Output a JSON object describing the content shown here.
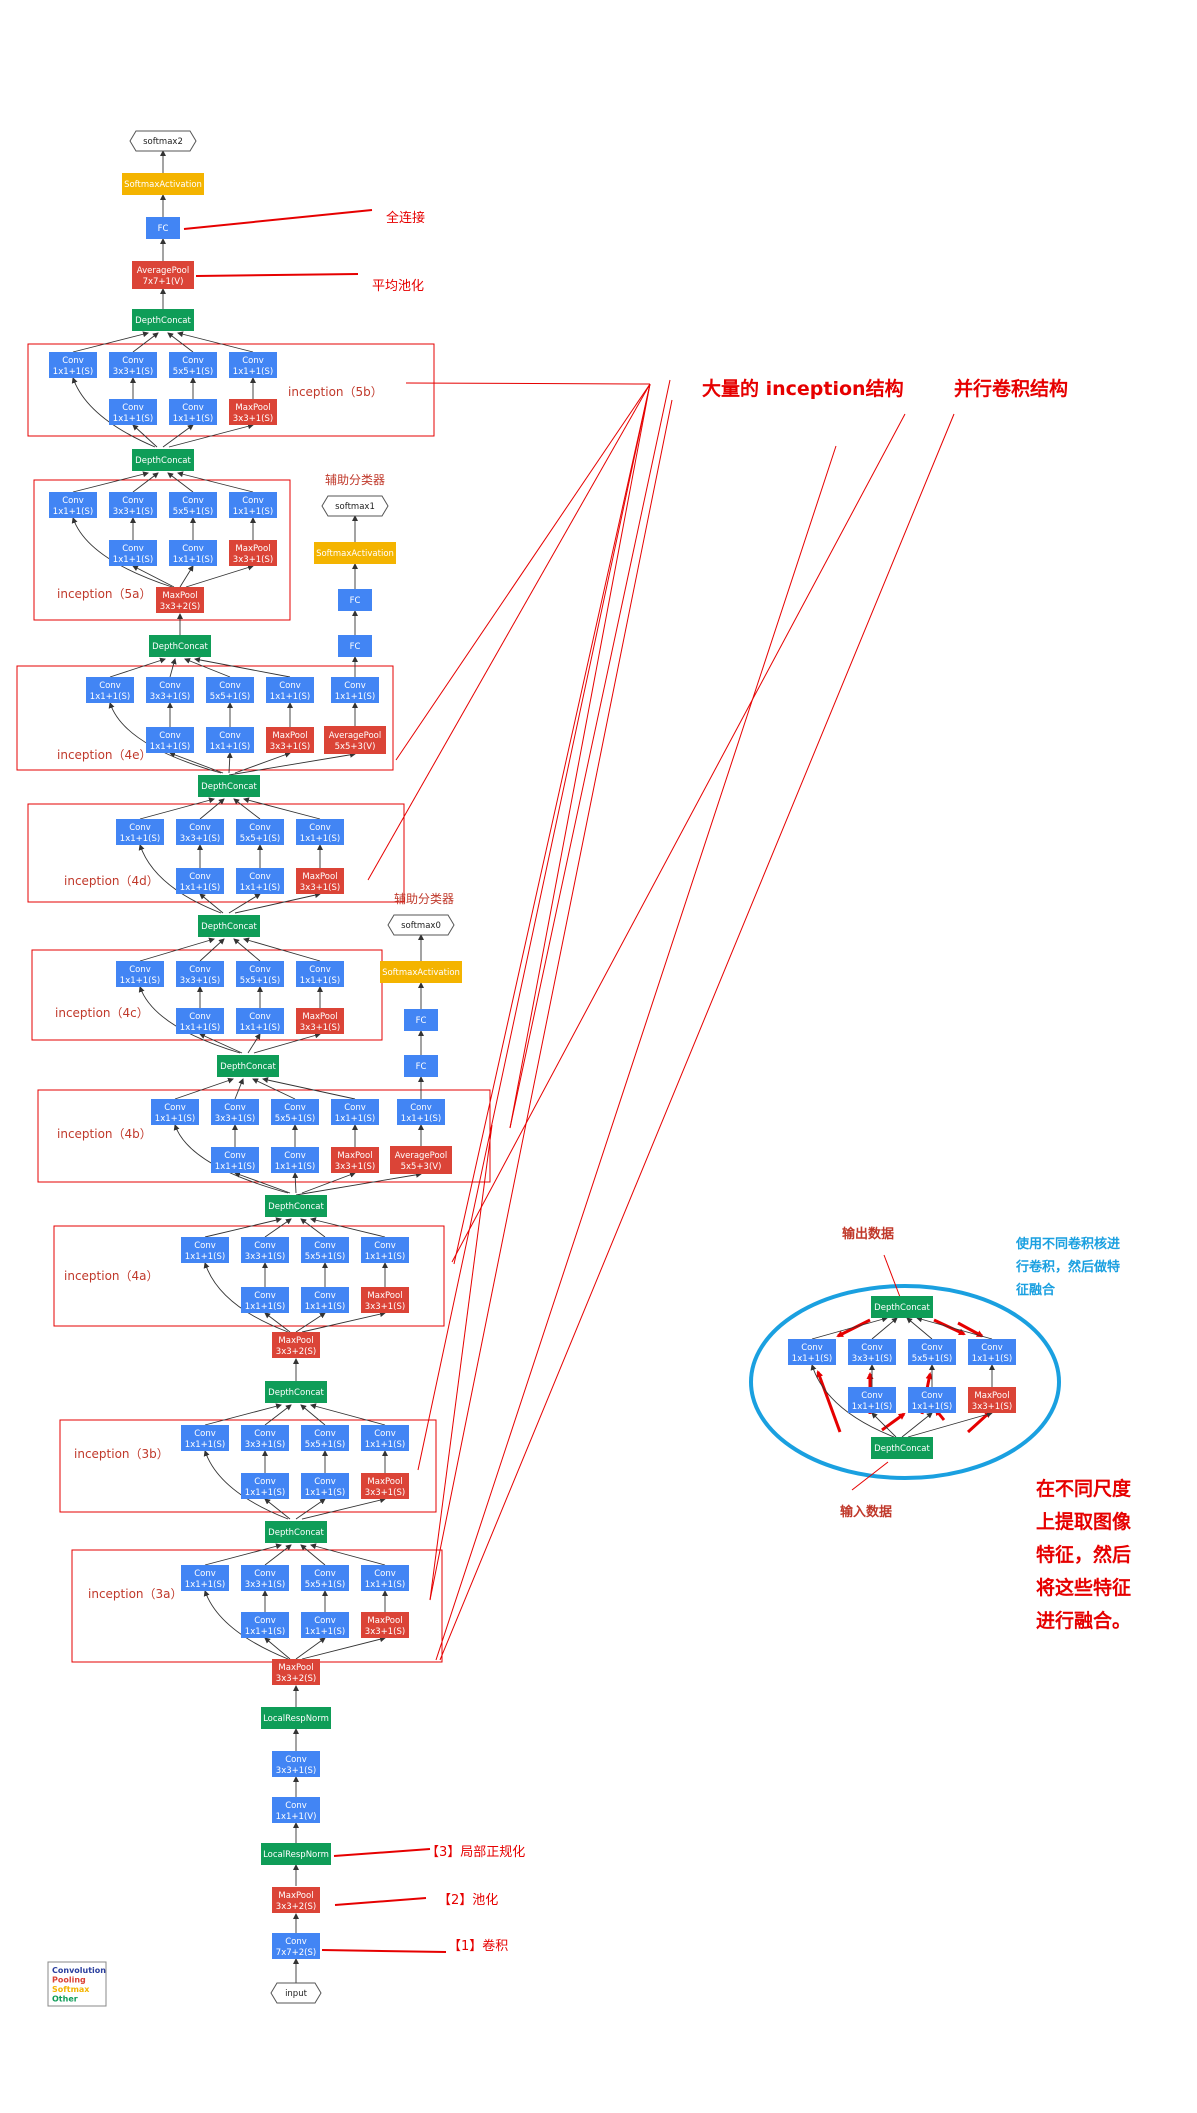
{
  "labels": {
    "conv": "Conv",
    "fc": "FC",
    "depthconcat": "DepthConcat",
    "maxpool": "MaxPool",
    "averagepool": "AveragePool",
    "localrespnorm": "LocalRespNorm",
    "softmaxactivation": "SoftmaxActivation",
    "softmax2": "softmax2",
    "softmax1": "softmax1",
    "softmax0": "softmax0",
    "input": "input",
    "p_1x1_1s": "1x1+1(S)",
    "p_3x3_1s": "3x3+1(S)",
    "p_5x5_1s": "5x5+1(S)",
    "p_3x3_2s": "3x3+2(S)",
    "p_7x7_1v": "7x7+1(V)",
    "p_5x5_3v": "5x5+3(V)",
    "p_1x1_1v": "1x1+1(V)",
    "p_7x7_2s": "7x7+2(S)"
  },
  "inception_labels": {
    "i5b": "inception（5b）",
    "i5a": "inception（5a）",
    "i4e": "inception（4e）",
    "i4d": "inception（4d）",
    "i4c": "inception（4c）",
    "i4b": "inception（4b）",
    "i4a": "inception（4a）",
    "i3b": "inception（3b）",
    "i3a": "inception（3a）"
  },
  "annotations": {
    "fc": "全连接",
    "avgpool": "平均池化",
    "many_inception": "大量的 inception结构",
    "parallel_conv": "并行卷积结构",
    "aux_classifier_1": "辅助分类器",
    "aux_classifier_0": "辅助分类器",
    "lrn": "【3】局部正规化",
    "pool": "【2】池化",
    "conv": "【1】卷积"
  },
  "detail": {
    "output_label": "输出数据",
    "input_label": "输入数据",
    "note_lines": [
      "使用不同卷积核进",
      "行卷积，然后做特",
      "征融合"
    ],
    "summary_lines": [
      "在不同尺度",
      "上提取图像",
      "特征，然后",
      "将这些特征",
      "进行融合。"
    ]
  },
  "legend": {
    "items": [
      "Convolution",
      "Pooling",
      "Softmax",
      "Other"
    ]
  },
  "colors": {
    "conv": "#4285f4",
    "pool": "#db4437",
    "softmax": "#f4b400",
    "other": "#0f9d58",
    "annotation": "#e60000",
    "highlight": "#1aa0e0"
  }
}
